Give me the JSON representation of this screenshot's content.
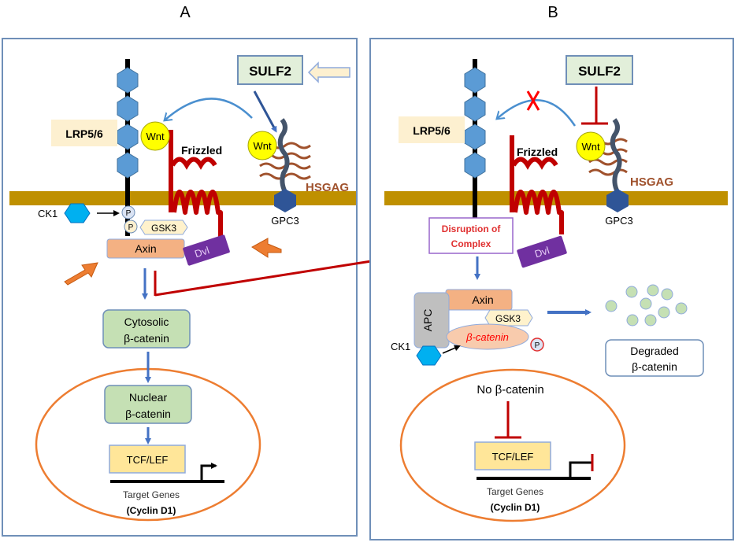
{
  "panel_a": {
    "title": "A",
    "sulf2": "SULF2",
    "lrp": "LRP5/6",
    "wnt1": "Wnt",
    "wnt2": "Wnt",
    "frizzled": "Frizzled",
    "hsgag": "HSGAG",
    "gpc3": "GPC3",
    "ck1": "CK1",
    "p1": "P",
    "p2": "P",
    "gsk3": "GSK3",
    "axin": "Axin",
    "dvl": "Dvl",
    "cyto_1": "Cytosolic",
    "cyto_2": "β-catenin",
    "nuc_1": "Nuclear",
    "nuc_2": "β-catenin",
    "tcf": "TCF/LEF",
    "target": "Target Genes",
    "cyclin": "(Cyclin D1)"
  },
  "panel_b": {
    "title": "B",
    "sulf2": "SULF2",
    "lrp": "LRP5/6",
    "wnt": "Wnt",
    "frizzled": "Frizzled",
    "hsgag": "HSGAG",
    "gpc3": "GPC3",
    "disrupt_1": "Disruption of",
    "disrupt_2": "Complex",
    "dvl": "Dvl",
    "axin": "Axin",
    "apc": "APC",
    "gsk3": "GSK3",
    "bcat": "β-catenin",
    "p": "P",
    "ck1": "CK1",
    "degraded_1": "Degraded",
    "degraded_2": "β-catenin",
    "no_bcat": "No β-catenin",
    "tcf": "TCF/LEF",
    "target": "Target Genes",
    "cyclin": "(Cyclin D1)"
  },
  "colors": {
    "panel_border": "#6f8fb8",
    "membrane": "#bf9000",
    "hexagon": "#5b9bd5",
    "gpc3": "#2f5597",
    "frizzled": "#c00000",
    "wnt": "#ffff00",
    "hsgag": "#a0522d",
    "axin": "#f4b183",
    "dvl": "#7030a0",
    "green_box": "#c5e0b4",
    "tcf": "#ffe699",
    "nucleus": "#ed7d31",
    "arrow_blue": "#4472c4",
    "orange_arrow": "#ed7d31",
    "inhibit_red": "#c00000"
  }
}
